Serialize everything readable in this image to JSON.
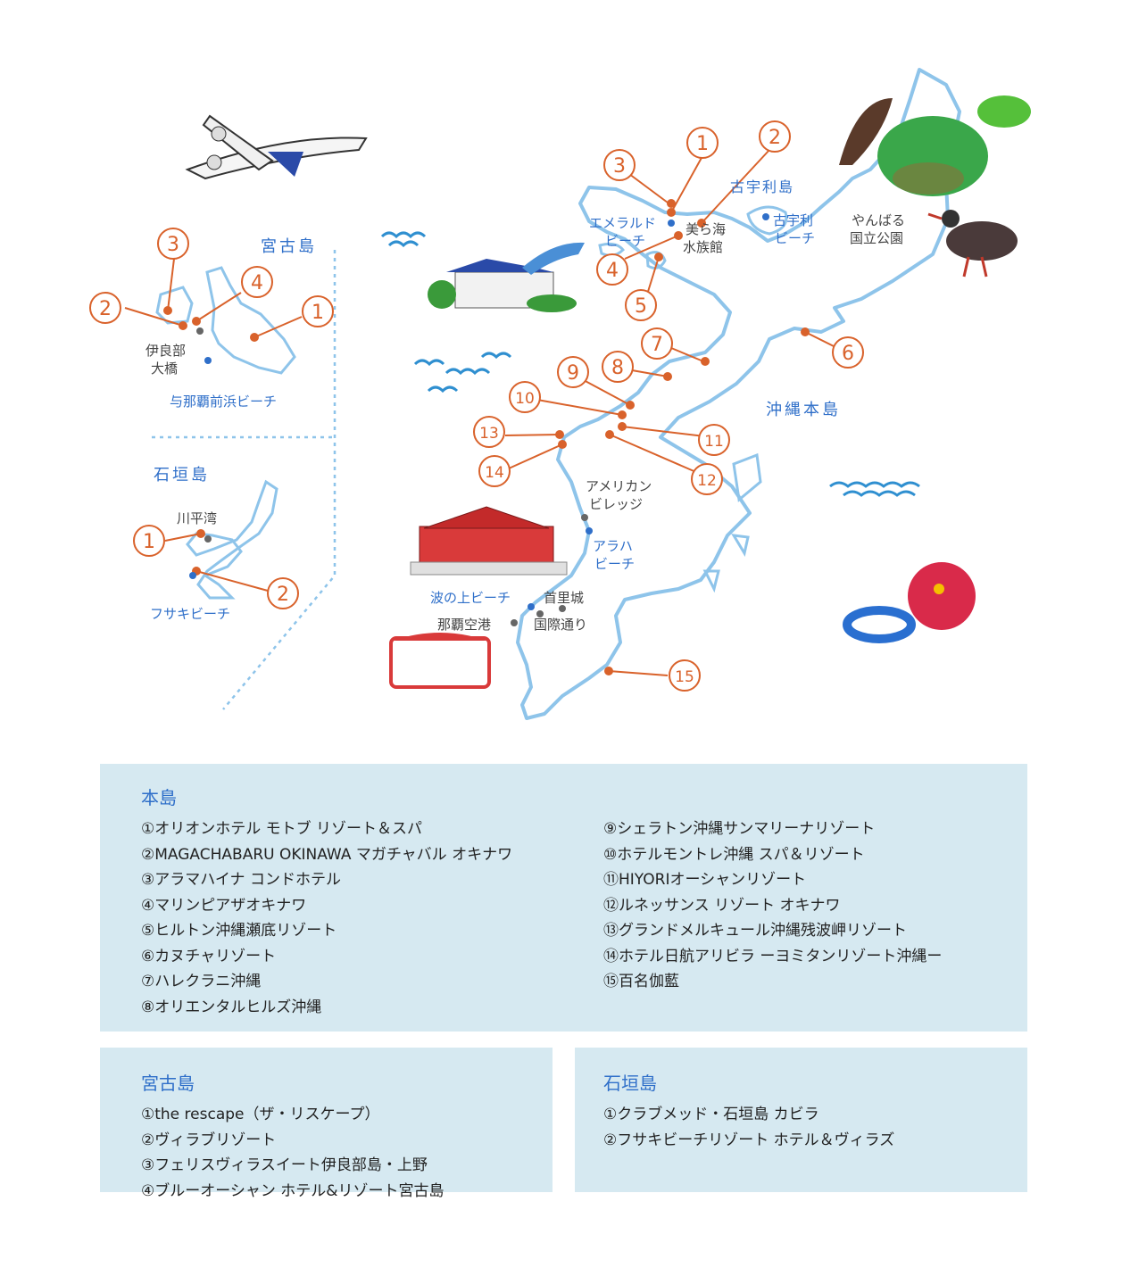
{
  "map": {
    "regions": {
      "miyako": "宮古島",
      "ishigaki": "石垣島",
      "honto": "沖縄本島",
      "kouri": "古宇利島"
    },
    "places": {
      "irabu_bridge_1": "伊良部",
      "irabu_bridge_2": "大橋",
      "yonaha_beach": "与那覇前浜ビーチ",
      "kabira_bay": "川平湾",
      "fusaki_beach": "フサキビーチ",
      "emerald_beach_1": "エメラルド",
      "emerald_beach_2": "ビーチ",
      "churaumi_1": "美ら海",
      "churaumi_2": "水族館",
      "kouri_beach_1": "古宇利",
      "kouri_beach_2": "ビーチ",
      "yanbaru_1": "やんばる",
      "yanbaru_2": "国立公園",
      "american_village_1": "アメリカン",
      "american_village_2": "ビレッジ",
      "araha_beach_1": "アラハ",
      "araha_beach_2": "ビーチ",
      "naminoue_beach": "波の上ビーチ",
      "shuri_castle": "首里城",
      "naha_airport": "那覇空港",
      "kokusai_street": "国際通り"
    },
    "markers": {
      "m1": "1",
      "m2": "2",
      "m3": "3",
      "m4": "4",
      "m5": "5",
      "m6": "6",
      "m7": "7",
      "m8": "8",
      "m9": "9",
      "m10": "10",
      "m11": "11",
      "m12": "12",
      "m13": "13",
      "m14": "14",
      "m15": "15"
    },
    "colors": {
      "coast": "#8ec4ea",
      "marker": "#d9622b",
      "label_blue": "#2f6fc9",
      "label_gray": "#444444",
      "panel": "#d6e9f1"
    }
  },
  "legend": {
    "honto": {
      "title": "本島",
      "col1": [
        "①オリオンホテル モトブ リゾート＆スパ",
        "②MAGACHABARU OKINAWA マガチャバル オキナワ",
        "③アラマハイナ コンドホテル",
        "④マリンピアザオキナワ",
        "⑤ヒルトン沖縄瀬底リゾート",
        "⑥カヌチャリゾート",
        "⑦ハレクラニ沖縄",
        "⑧オリエンタルヒルズ沖縄"
      ],
      "col2": [
        "⑨シェラトン沖縄サンマリーナリゾート",
        "⑩ホテルモントレ沖縄 スパ＆リゾート",
        "⑪HIYORIオーシャンリゾート",
        "⑫ルネッサンス リゾート オキナワ",
        "⑬グランドメルキュール沖縄残波岬リゾート",
        "⑭ホテル日航アリビラ ーヨミタンリゾート沖縄ー",
        "⑮百名伽藍"
      ]
    },
    "miyako": {
      "title": "宮古島",
      "items": [
        "①the rescape（ザ・リスケープ）",
        "②ヴィラブリゾート",
        "③フェリスヴィラスイート伊良部島・上野",
        "④ブルーオーシャン ホテル&リゾート宮古島"
      ]
    },
    "ishigaki": {
      "title": "石垣島",
      "items": [
        "①クラブメッド・石垣島 カビラ",
        "②フサキビーチリゾート ホテル＆ヴィラズ"
      ]
    }
  }
}
